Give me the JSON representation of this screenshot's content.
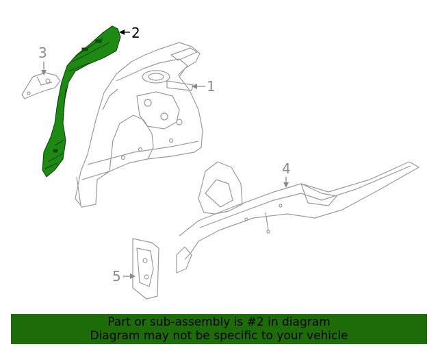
{
  "diagram": {
    "callouts": [
      {
        "id": "1",
        "label": "1"
      },
      {
        "id": "2",
        "label": "2"
      },
      {
        "id": "3",
        "label": "3"
      },
      {
        "id": "4",
        "label": "4"
      },
      {
        "id": "5",
        "label": "5"
      }
    ],
    "highlighted_part": "2",
    "highlight_color": "#1e8a14",
    "line_color": "#9a9a9a"
  },
  "banner": {
    "line1": "Part or sub-assembly is #2 in diagram",
    "line2": "Diagram may not be specific to your vehicle",
    "background": "#1e6b0a"
  }
}
